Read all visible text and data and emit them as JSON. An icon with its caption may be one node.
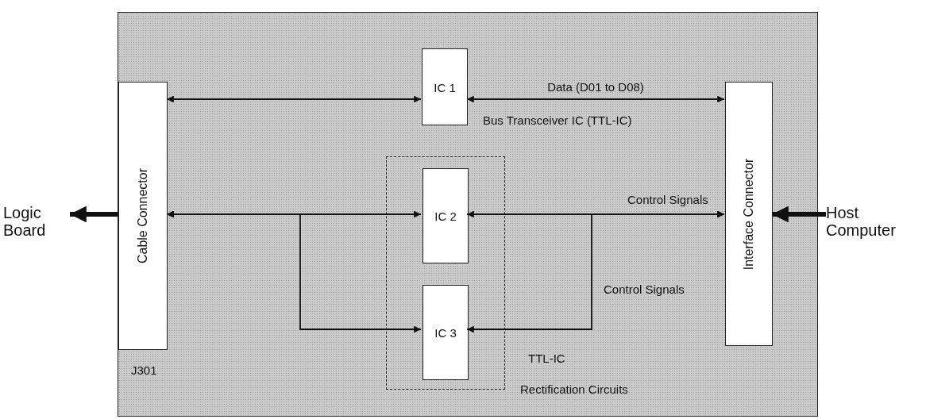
{
  "diagram": {
    "nodes": [
      {
        "text": [],
        "shape": "box"
      },
      {
        "text": [
          "Cable Connector"
        ],
        "in": 0
      },
      {
        "text": [
          "IC 1"
        ],
        "in": 0,
        "beside": [
          "Bus Transceiver IC (TTL-IC)"
        ]
      },
      {
        "text": [],
        "shape": "box",
        "in": 0,
        "beside": [
          "TTL-IC",
          "Rectification Circuits"
        ]
      },
      {
        "text": [
          "IC 2"
        ],
        "in": 3
      },
      {
        "text": [
          "IC 3"
        ],
        "in": 3
      },
      {
        "text": [
          "Interface Connector"
        ],
        "in": 0
      },
      {
        "text": [
          "Logic Board"
        ]
      },
      {
        "text": [
          "Host Computer"
        ]
      }
    ],
    "edges": [
      {
        "from": 1,
        "to": 2,
        "arrow": "both"
      },
      {
        "from": 2,
        "to": 6,
        "arrow": "both",
        "label": "Data (D01 to D08)"
      },
      {
        "from": 1,
        "to": 4,
        "arrow": "both"
      },
      {
        "from": 4,
        "to": 6,
        "arrow": "both",
        "label": "Control Signals"
      },
      {
        "from": 1,
        "to": 5,
        "arrow": "both"
      },
      {
        "from": 6,
        "to": 5,
        "arrow": "both",
        "label": "Control Signals"
      },
      {
        "from": 1,
        "to": 7,
        "arrow": "to",
        "style": "thick"
      },
      {
        "from": 8,
        "to": 6,
        "arrow": "to",
        "style": "thick"
      }
    ],
    "labels": [
      "J301"
    ]
  }
}
